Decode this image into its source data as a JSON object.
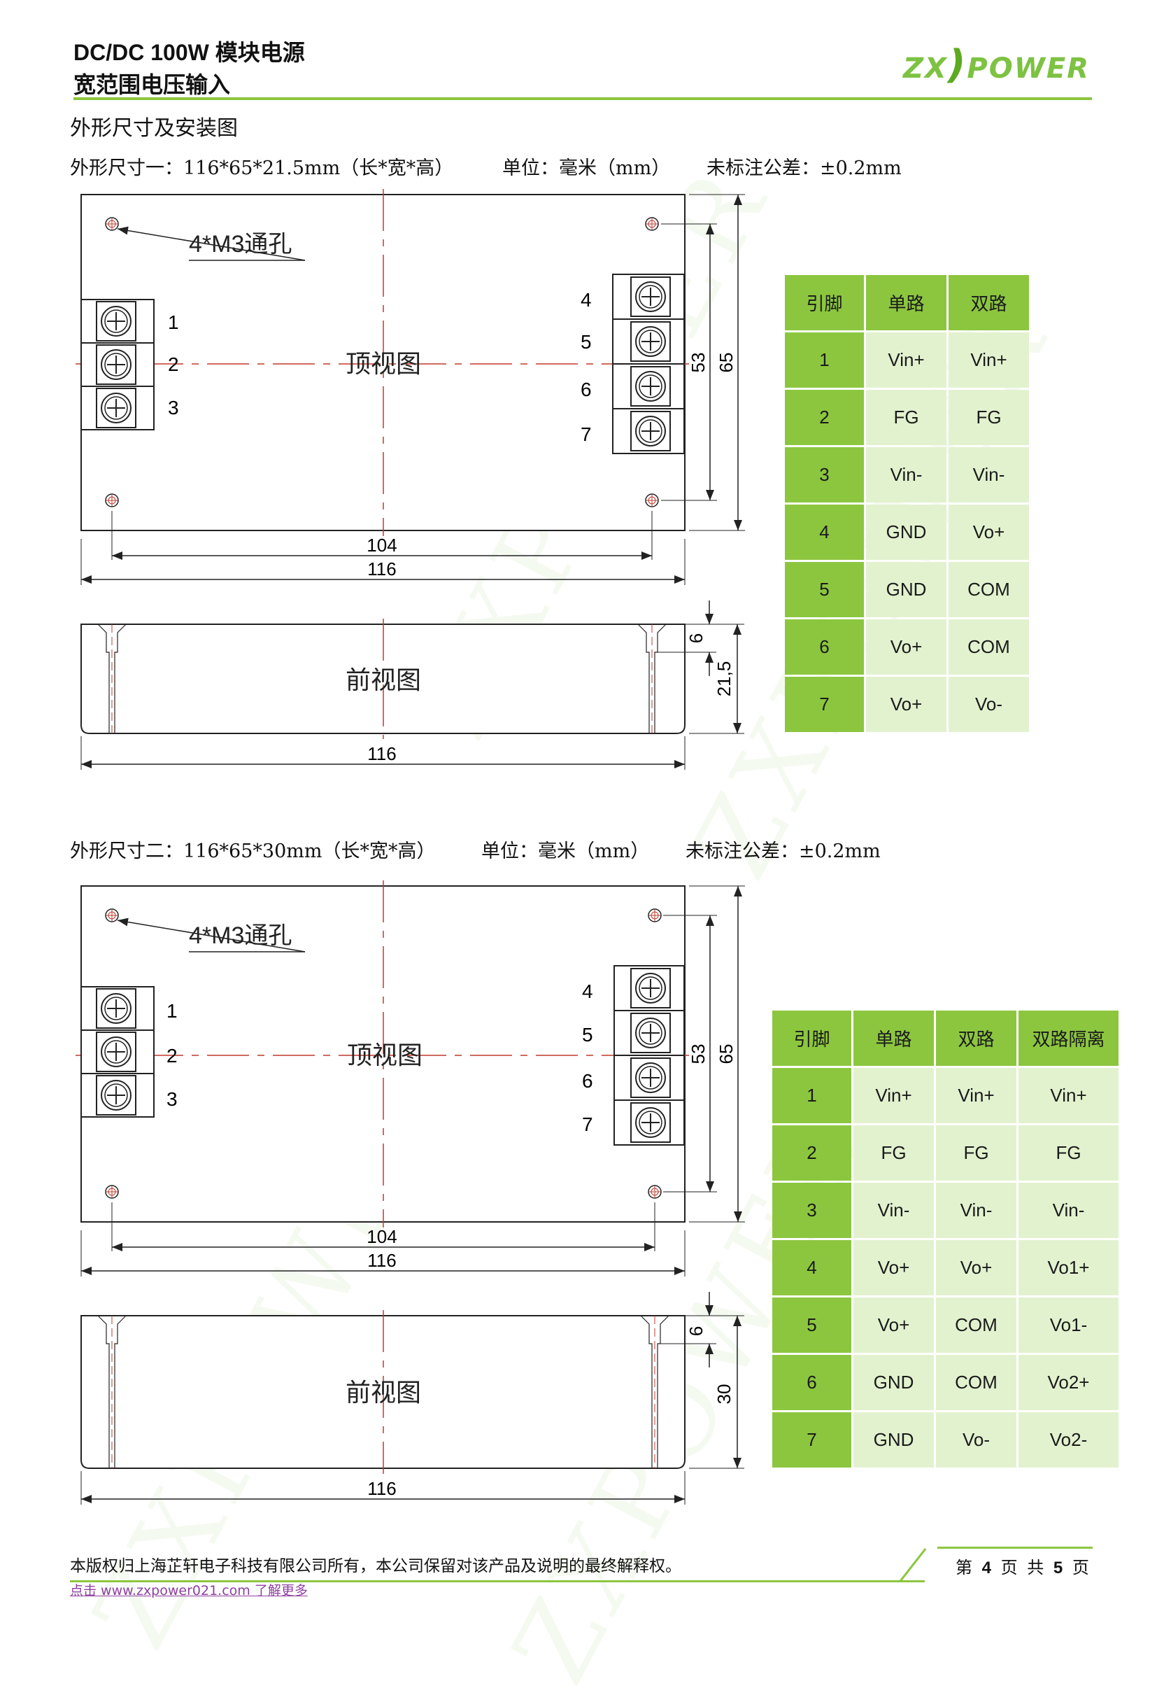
{
  "header": {
    "title_line1": "DC/DC 100W  模块电源",
    "title_line2": "宽范围电压输入",
    "logo_left": "ZX",
    "logo_right": "POWER"
  },
  "watermark": "ZXPOWER",
  "section_title": "外形尺寸及安装图",
  "spec1": {
    "dims": "外形尺寸一：116*65*21.5mm（长*宽*高）",
    "unit": "单位：毫米（mm）",
    "tolerance": "未标注公差：±0.2mm"
  },
  "spec2": {
    "dims": "外形尺寸二：116*65*30mm（长*宽*高）",
    "unit": "单位：毫米（mm）",
    "tolerance": "未标注公差：±0.2mm"
  },
  "drawing1": {
    "hole_label": "4*M3通孔",
    "top_label": "顶视图",
    "front_label": "前视图",
    "pins_left": [
      "1",
      "2",
      "3"
    ],
    "pins_right": [
      "4",
      "5",
      "6",
      "7"
    ],
    "dim_104": "104",
    "dim_116": "116",
    "dim_116_front": "116",
    "dim_53": "53",
    "dim_65": "65",
    "dim_6": "6",
    "dim_height": "21,5"
  },
  "drawing2": {
    "hole_label": "4*M3通孔",
    "top_label": "顶视图",
    "front_label": "前视图",
    "pins_left": [
      "1",
      "2",
      "3"
    ],
    "pins_right": [
      "4",
      "5",
      "6",
      "7"
    ],
    "dim_104": "104",
    "dim_116": "116",
    "dim_116_front": "116",
    "dim_53": "53",
    "dim_65": "65",
    "dim_6": "6",
    "dim_height": "30"
  },
  "table1": {
    "headers": [
      "引脚",
      "单路",
      "双路"
    ],
    "rows": [
      [
        "1",
        "Vin+",
        "Vin+"
      ],
      [
        "2",
        "FG",
        "FG"
      ],
      [
        "3",
        "Vin-",
        "Vin-"
      ],
      [
        "4",
        "GND",
        "Vo+"
      ],
      [
        "5",
        "GND",
        "COM"
      ],
      [
        "6",
        "Vo+",
        "COM"
      ],
      [
        "7",
        "Vo+",
        "Vo-"
      ]
    ]
  },
  "table2": {
    "headers": [
      "引脚",
      "单路",
      "双路",
      "双路隔离"
    ],
    "rows": [
      [
        "1",
        "Vin+",
        "Vin+",
        "Vin+"
      ],
      [
        "2",
        "FG",
        "FG",
        "FG"
      ],
      [
        "3",
        "Vin-",
        "Vin-",
        "Vin-"
      ],
      [
        "4",
        "Vo+",
        "Vo+",
        "Vo1+"
      ],
      [
        "5",
        "Vo+",
        "COM",
        "Vo1-"
      ],
      [
        "6",
        "GND",
        "COM",
        "Vo2+"
      ],
      [
        "7",
        "GND",
        "Vo-",
        "Vo2-"
      ]
    ]
  },
  "footer": {
    "copyright": "本版权归上海芷轩电子科技有限公司所有，本公司保留对该产品及说明的最终解释权。",
    "link": "点击 www.zxpower021.com 了解更多",
    "page_prefix": "第",
    "page_current": "4",
    "page_mid": "页  共",
    "page_total": "5",
    "page_suffix": "页"
  },
  "colors": {
    "accent": "#8cc63f",
    "cell": "#e2f2cf",
    "centerline": "#c0392b"
  }
}
